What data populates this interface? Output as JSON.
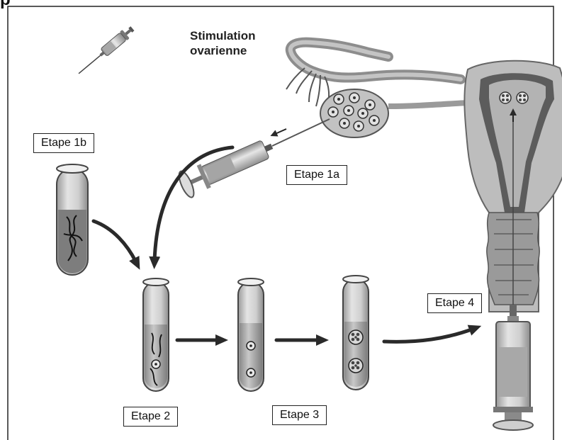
{
  "header_fragment": "p",
  "labels": {
    "stimulation_line1": "Stimulation",
    "stimulation_line2": "ovarienne",
    "etape_1b": "Etape 1b",
    "etape_1a": "Etape 1a",
    "etape_2": "Etape 2",
    "etape_3": "Etape 3",
    "etape_4": "Etape 4"
  },
  "icons": [
    "syringe-icon",
    "ovary",
    "uterus",
    "test-tube",
    "embryo",
    "oocyte",
    "sperm-cell"
  ],
  "colors": {
    "organ_fill": "#bdbdbd",
    "organ_dark": "#5a5a5a",
    "tube_fill": "#d8d8d8",
    "arrow": "#2a2a2a",
    "frame": "#222222"
  }
}
